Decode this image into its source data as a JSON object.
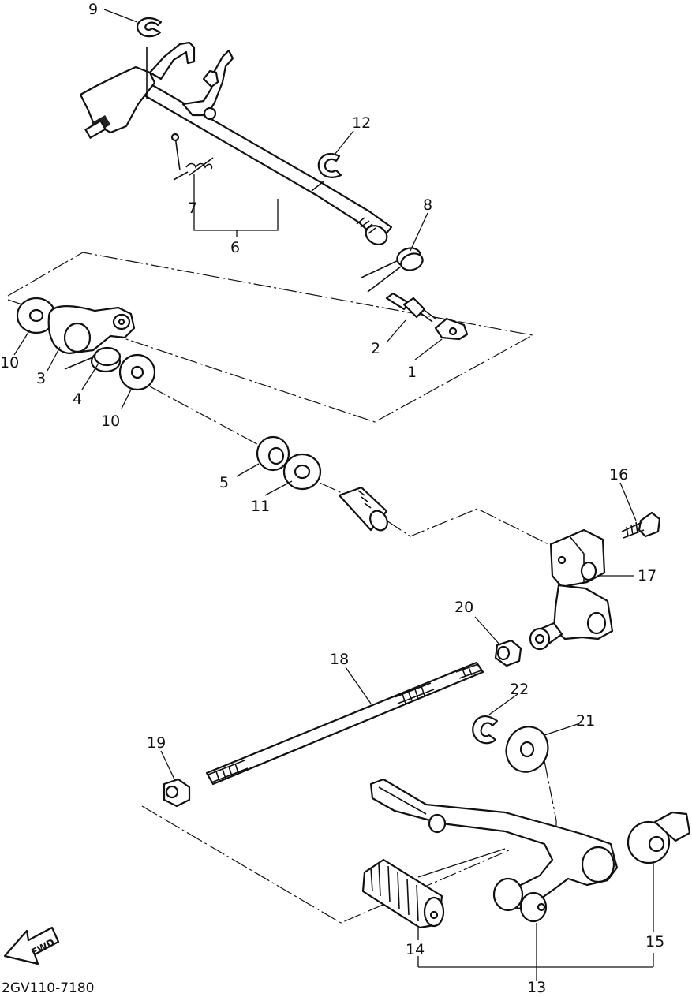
{
  "diagram": {
    "code": "2GV110-7180",
    "fwd_label": "FWD",
    "callouts": {
      "c1": "1",
      "c2": "2",
      "c3": "3",
      "c4": "4",
      "c5": "5",
      "c6": "6",
      "c7": "7",
      "c8": "8",
      "c9": "9",
      "c10a": "10",
      "c10b": "10",
      "c11": "11",
      "c12": "12",
      "c13": "13",
      "c14": "14",
      "c15": "15",
      "c16": "16",
      "c17": "17",
      "c18": "18",
      "c19": "19",
      "c20": "20",
      "c21": "21",
      "c22": "22"
    }
  }
}
